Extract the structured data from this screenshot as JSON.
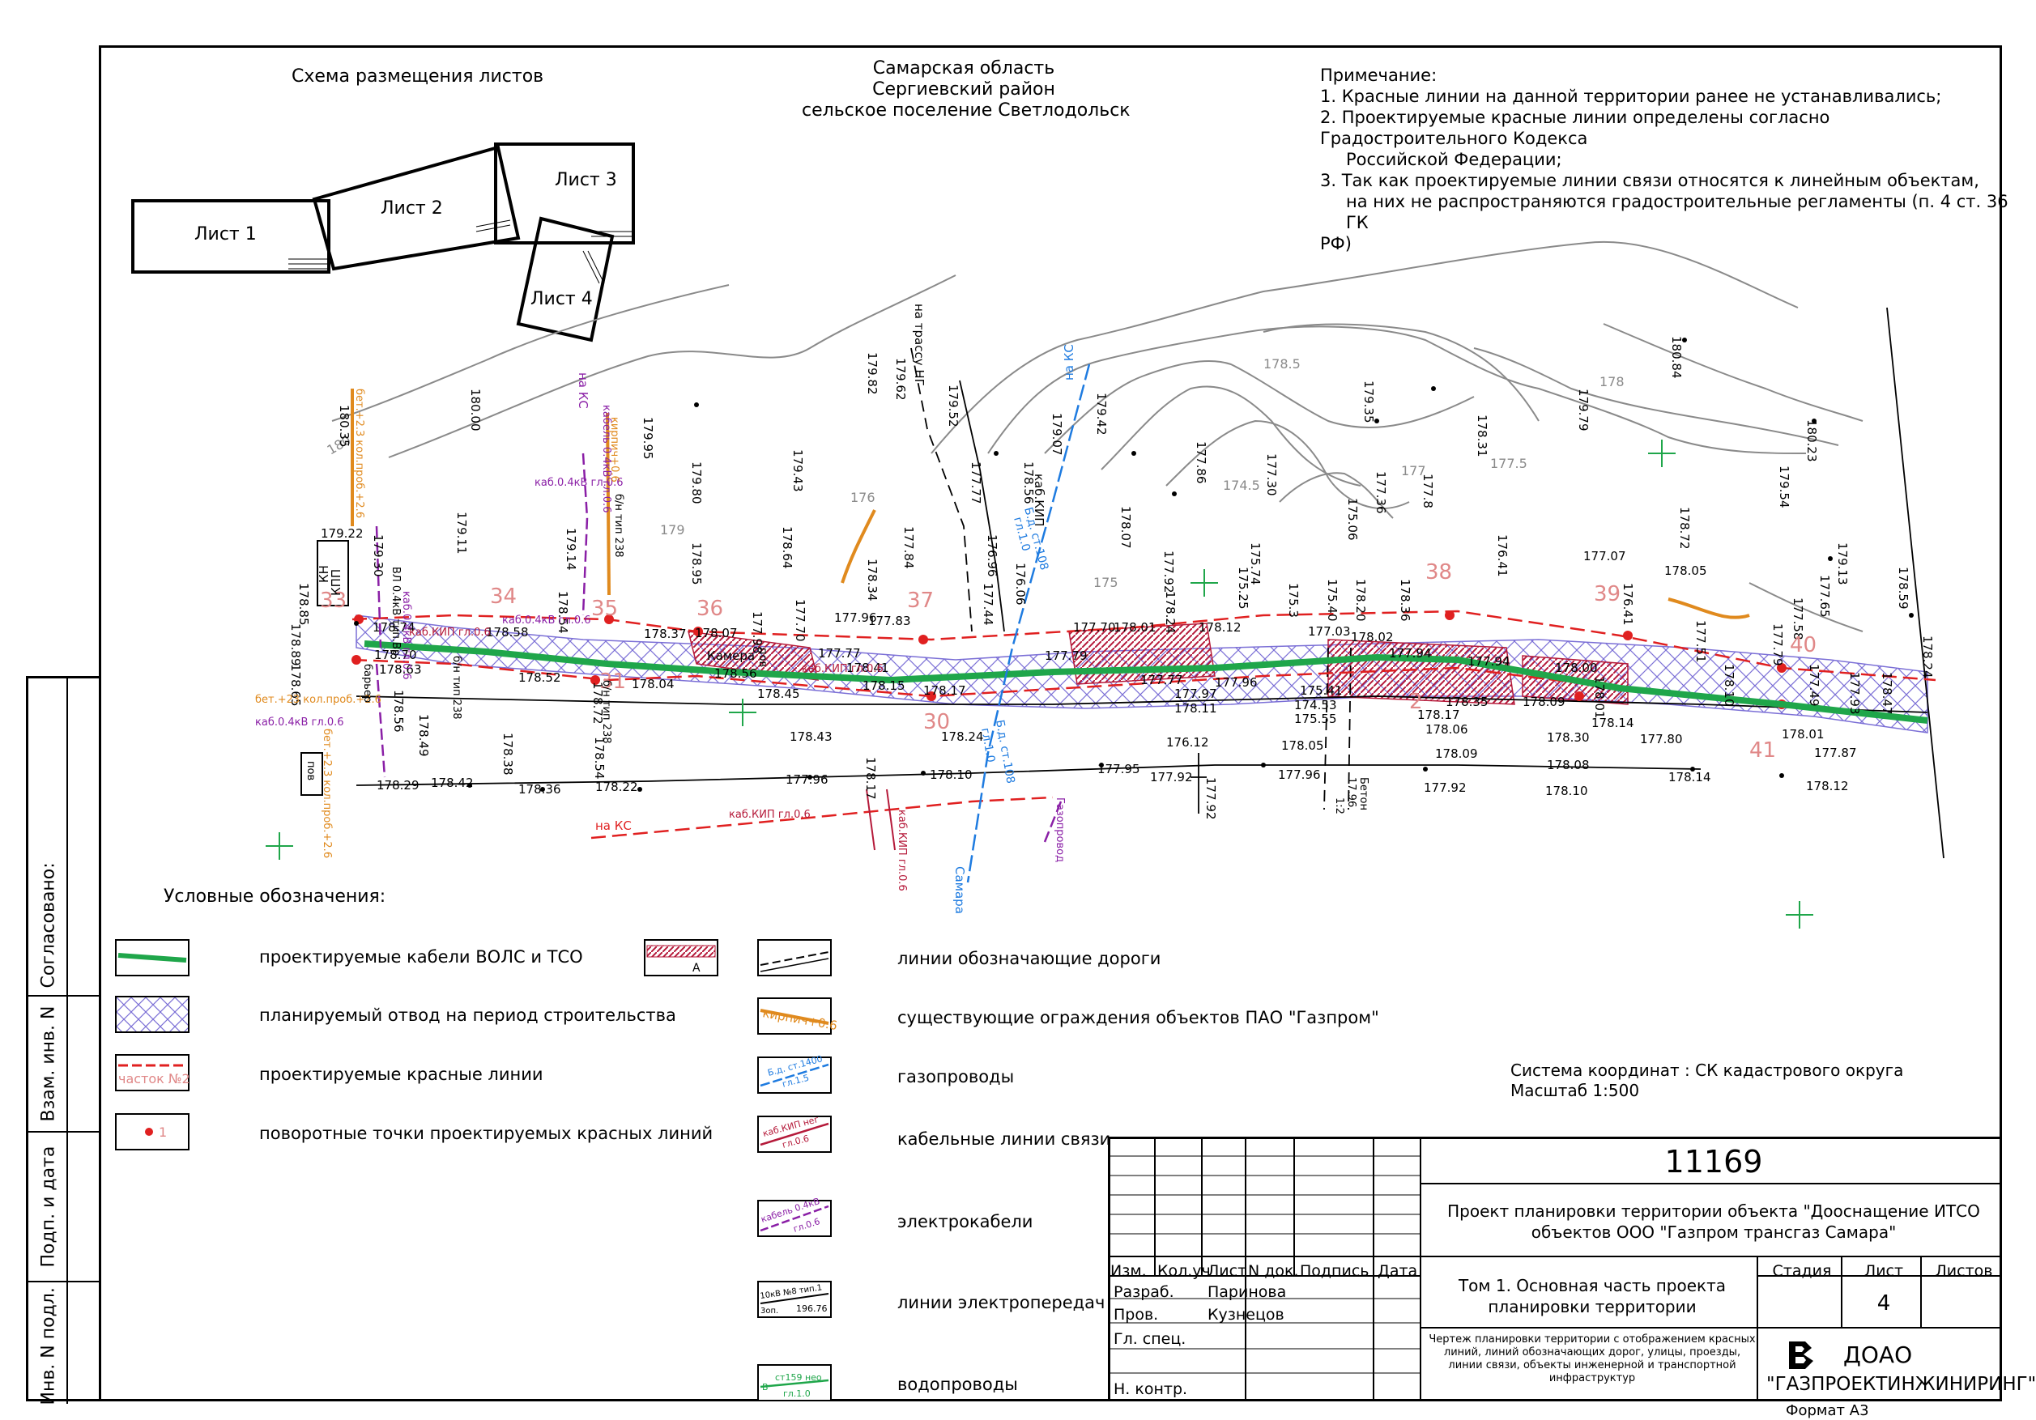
{
  "scheme": {
    "title": "Схема размещения листов",
    "sheets": [
      "Лист 1",
      "Лист 2",
      "Лист 3",
      "Лист 4"
    ]
  },
  "location": {
    "line1": "Самарская область",
    "line2": "Сергиевский район",
    "line3": "сельское поселение Светлодольск"
  },
  "notes": {
    "title": "Примечание:",
    "items": [
      "1.  Красные линии на данной территории ранее не устанавливались;",
      "2.  Проектируемые красные линии определены согласно Градостроительного Кодекса",
      "Российской Федерации;",
      "3.  Так как проектируемые линии связи относятся к линейным объектам,",
      "на них не распространяются градостроительные регламенты (п. 4 ст. 36 ГК",
      "РФ)"
    ]
  },
  "map": {
    "elevations": [
      "180.35",
      "180.00",
      "179.95",
      "179.80",
      "179.43",
      "179.82",
      "179.62",
      "179.52",
      "179.07",
      "179.42",
      "180.84",
      "179.35",
      "179.79",
      "178.31",
      "180.23",
      "179.54",
      "179.30",
      "179.11",
      "179.14",
      "178.95",
      "178.64",
      "178.34",
      "177.84",
      "177.77",
      "178.56",
      "178.07",
      "177.86",
      "177.30",
      "177.36",
      "177.8",
      "178.72",
      "179.13",
      "179.22",
      "178.85",
      "178.89",
      "178.65",
      "178.74",
      "178.70",
      "178.63",
      "178.58",
      "178.52",
      "178.54",
      "178.37",
      "178.07",
      "178.56",
      "177.98",
      "177.70",
      "177.96",
      "177.83",
      "177.77",
      "178.41",
      "178.45",
      "178.04",
      "178.15",
      "178.17",
      "178.24",
      "178.43",
      "178.38",
      "178.54",
      "178.72",
      "178.56",
      "178.49",
      "178.29",
      "178.42",
      "178.36",
      "178.22",
      "177.96",
      "178.17",
      "178.10",
      "177.95",
      "177.92",
      "177.96",
      "177.92",
      "178.05",
      "178.09",
      "178.10",
      "178.14",
      "178.12",
      "178.08",
      "178.01",
      "177.87",
      "177.80",
      "177.44",
      "176.96",
      "176.06",
      "177.79",
      "177.70",
      "178.01",
      "178.12",
      "177.77",
      "177.96",
      "177.97",
      "178.11",
      "175.41",
      "174.53",
      "175.55",
      "176.12",
      "177.03",
      "178.02",
      "177.94",
      "177.94",
      "178.00",
      "178.35",
      "178.17",
      "178.06",
      "178.09",
      "178.14",
      "178.30",
      "178.01",
      "178.59",
      "178.47",
      "177.93",
      "177.58",
      "177.51",
      "177.07",
      "176.41",
      "176.41",
      "175.74",
      "175.25",
      "175.06",
      "175.3",
      "175.40",
      "178.20",
      "178.36",
      "178.05",
      "177.65",
      "177.79",
      "178.10",
      "177.49",
      "178.24",
      "177.92"
    ],
    "contours": [
      "180",
      "179",
      "178.5",
      "178",
      "177.5",
      "177",
      "176",
      "175",
      "174.5",
      "178.5",
      "177",
      "178",
      "180"
    ],
    "points": [
      "31",
      "33",
      "34",
      "35",
      "36",
      "37",
      "30",
      "38",
      "39",
      "40",
      "41",
      "2"
    ],
    "labels": [
      "КН",
      "КПП",
      "на КС",
      "на трассу НГ",
      "на КС",
      "Камера",
      "каб.КИП",
      "на КС",
      "Самара"
    ],
    "pipe_labels": [
      "Б.д. ст.108",
      "гл.1.0",
      "Б.д. ст.108",
      "гл.1.0"
    ],
    "cable_labels": [
      "каб.КИП гл.0.6",
      "каб.КИП гл.0.6",
      "каб.КИП гл.0.6",
      "каб.0.4кВ гл.0.6",
      "каб.0.4кВ гл.0.6",
      "кабель 0.4кВ гл.0.6",
      "каб.КИП гл.0.6",
      "каб.0.4кВ гл.0.6",
      "каб.0.4кВ гл.0.6"
    ],
    "fence_labels": [
      "бет.+2.3 кол.проб.+2.6",
      "кирпич+0.6",
      "бет.+23 кол.проб.+2.6",
      "бет.+2.3 кол.проб.+2.6"
    ],
    "misc_labels": [
      "б/н тип 238",
      "б/н тип 238",
      "б/н тип 238",
      "ВЛ 0.4кВ тип.Вр",
      "пов",
      "Бетон",
      "барьер",
      "пов",
      "Газопровод",
      "17.96",
      "1:2"
    ]
  },
  "legend": {
    "title": "Условные обозначения:",
    "items": [
      "проектируемые кабели ВОЛС и ТСО",
      "планируемый отвод на период строительства",
      "проектируемые красные линии",
      "поворотные точки проектируемых красных линий",
      "линии обозначающие дороги",
      "существующие ограждения объектов ПАО \"Газпром\"",
      "газопроводы",
      "кабельные линии связи",
      "электрокабели",
      "линии электропередач",
      "водопроводы"
    ],
    "symbols": {
      "redline_text": "часток №2",
      "point_num": "1",
      "fence_text": "кирпич+0.6",
      "gas_text1": "Б.д. ст.1400",
      "gas_text2": "гл.1.5",
      "cable_text1": "каб.КИП нег",
      "cable_text2": "гл.0.6",
      "elec_text1": "кабель 0.4кВ",
      "elec_text2": "гл.0.6",
      "pl_text1": "10кВ №8 тип.1",
      "pl_text2": "3оп.",
      "pl_text3": "196.76",
      "water_text1": "ст159 нео",
      "water_text2": "гл.1.0",
      "water_text3": "B",
      "road_text": "А"
    }
  },
  "coords": {
    "line1": "Система координат :  СК кадастрового округа",
    "line2": "Масштаб 1:500"
  },
  "side": {
    "agreed": "Согласовано:",
    "inv_replace": "Взам. инв. N",
    "sign_date": "Подп. и дата",
    "inv_orig": "Инв. N подл."
  },
  "titleblock": {
    "code": "11169",
    "project": "Проект планировки территории объекта \"Дооснащение ИТСО объектов ООО \"Газпром трансгаз Самара\"",
    "volume": "Том 1. Основная часть проекта планировки территории",
    "drawing": "Чертеж планировки территории с отображением красных линий, линий обозначающих дорог, улицы, проезды, линии связи, объекты инженерной и транспортной инфраструктур",
    "headers": [
      "Изм.",
      "Кол.уч",
      "Лист",
      "N док.",
      "Подпись",
      "Дата"
    ],
    "roles": [
      "Разраб.",
      "Пров.",
      "Гл. спец.",
      "",
      "Н. контр."
    ],
    "names": [
      "Паринова",
      "Кузнецов",
      "",
      "",
      ""
    ],
    "stage_label": "Стадия",
    "sheet_label": "Лист",
    "sheets_label": "Листов",
    "stage_value": "",
    "sheet_value": "4",
    "sheets_value": "",
    "org1": "ДОАО",
    "org2": "\"ГАЗПРОЕКТИНЖИНИРИНГ\"",
    "format": "Формат А3"
  },
  "colors": {
    "cable": "#1fa64a",
    "redline": "#e02020",
    "gas": "#1e7be0",
    "fence": "#e08a1e",
    "elec": "#8a1fa6",
    "allot": "#7b6fd6",
    "contour": "#808080"
  }
}
